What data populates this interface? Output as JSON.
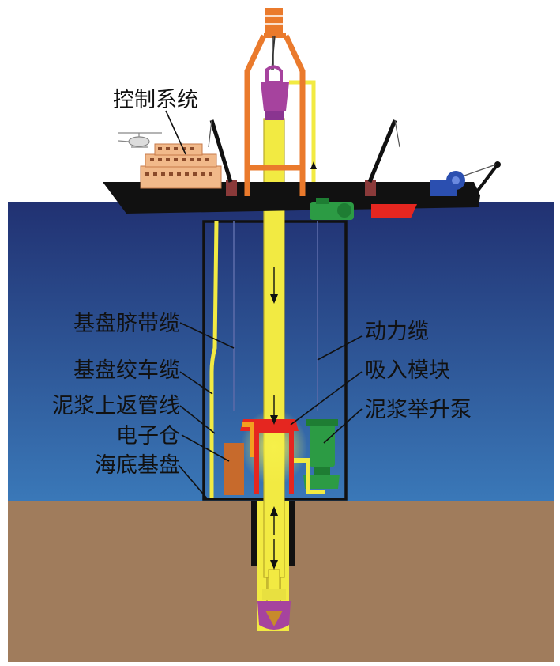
{
  "labels": {
    "control_system": "控制系统",
    "base_umbilical": "基盘脐带缆",
    "base_winch_cable": "基盘绞车缆",
    "mud_return_line": "泥浆上返管线",
    "electronics_cabin": "电子仓",
    "seabed_base": "海底基盘",
    "power_cable": "动力缆",
    "suction_module": "吸入模块",
    "mud_lift_pump": "泥浆举升泵"
  },
  "colors": {
    "sea_top": "#213172",
    "sea_bottom": "#3a78b8",
    "seabed": "#a07c5c",
    "ship_hull": "#111111",
    "superstructure": "#f1b98a",
    "derrick": "#ea7a2c",
    "drill_string": "#f2ea42",
    "top_drive": "#a6439e",
    "pump": "#2c9b44",
    "red_part": "#e52620",
    "electronics": "#c76a2c",
    "winch": "#2b4fb0"
  }
}
